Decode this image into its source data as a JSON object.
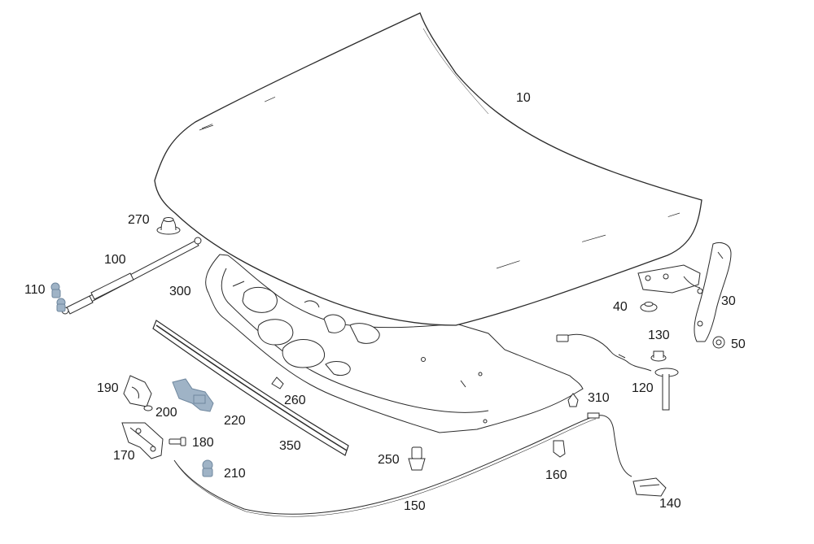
{
  "diagram": {
    "labels": {
      "p10": "10",
      "p270": "270",
      "p100": "100",
      "p110": "110",
      "p300": "300",
      "p30": "30",
      "p40": "40",
      "p50": "50",
      "p130": "130",
      "p120": "120",
      "p310": "310",
      "p190": "190",
      "p200": "200",
      "p220": "220",
      "p260": "260",
      "p170": "170",
      "p180": "180",
      "p350": "350",
      "p250": "250",
      "p210": "210",
      "p160": "160",
      "p150": "150",
      "p140": "140"
    },
    "colors": {
      "line": "#2b2b2b",
      "fill": "#ffffff",
      "part_blue": "#9fb3c6",
      "part_blue_dark": "#6f879e"
    }
  }
}
